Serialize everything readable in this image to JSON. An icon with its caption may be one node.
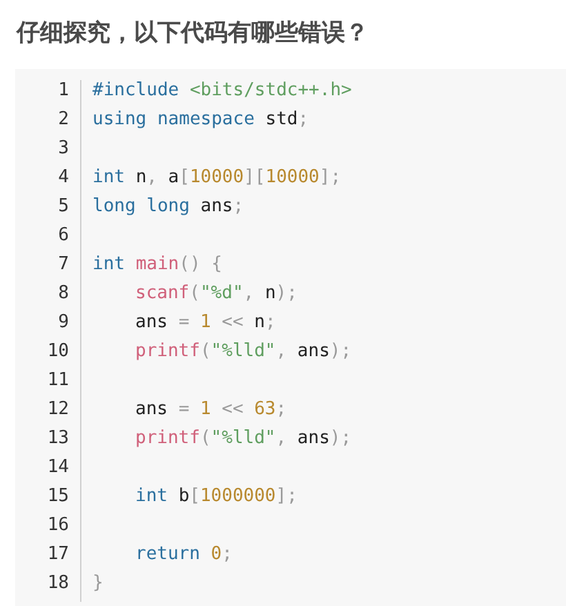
{
  "diagram": {
    "title": "仔细探究，以下代码有哪些错误？",
    "labels": [
      "1",
      "#include <bits/stdc++.h>",
      "2",
      "using namespace std;",
      "3",
      "4",
      "int n, a[10000][10000];",
      "5",
      "long long ans;",
      "6",
      "7",
      "int main() {",
      "8",
      "scanf(\"%d\", n);",
      "9",
      "ans = 1 << n;",
      "10",
      "printf(\"%lld\", ans);",
      "11",
      "12",
      "ans = 1 << 63;",
      "13",
      "printf(\"%lld\", ans);",
      "14",
      "15",
      "int b[1000000];",
      "16",
      "17",
      "return 0;",
      "18",
      "}"
    ]
  }
}
